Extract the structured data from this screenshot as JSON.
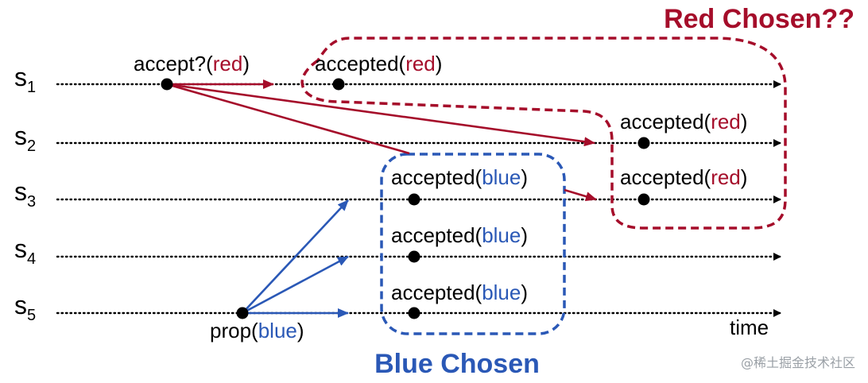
{
  "servers": [
    {
      "letter": "s",
      "sub": "1"
    },
    {
      "letter": "s",
      "sub": "2"
    },
    {
      "letter": "s",
      "sub": "3"
    },
    {
      "letter": "s",
      "sub": "4"
    },
    {
      "letter": "s",
      "sub": "5"
    }
  ],
  "labels": {
    "accept_prefix": "accept?(",
    "accepted_prefix": "accepted(",
    "prop_prefix": "prop(",
    "close_paren": ")",
    "red": "red",
    "blue": "blue",
    "time": "time"
  },
  "titles": {
    "red_chosen": "Red Chosen??",
    "blue_chosen": "Blue Chosen"
  },
  "watermark": "@稀土掘金技术社区",
  "colors": {
    "red": "#a50d2a",
    "blue": "#2a58b6",
    "black": "#000000"
  }
}
